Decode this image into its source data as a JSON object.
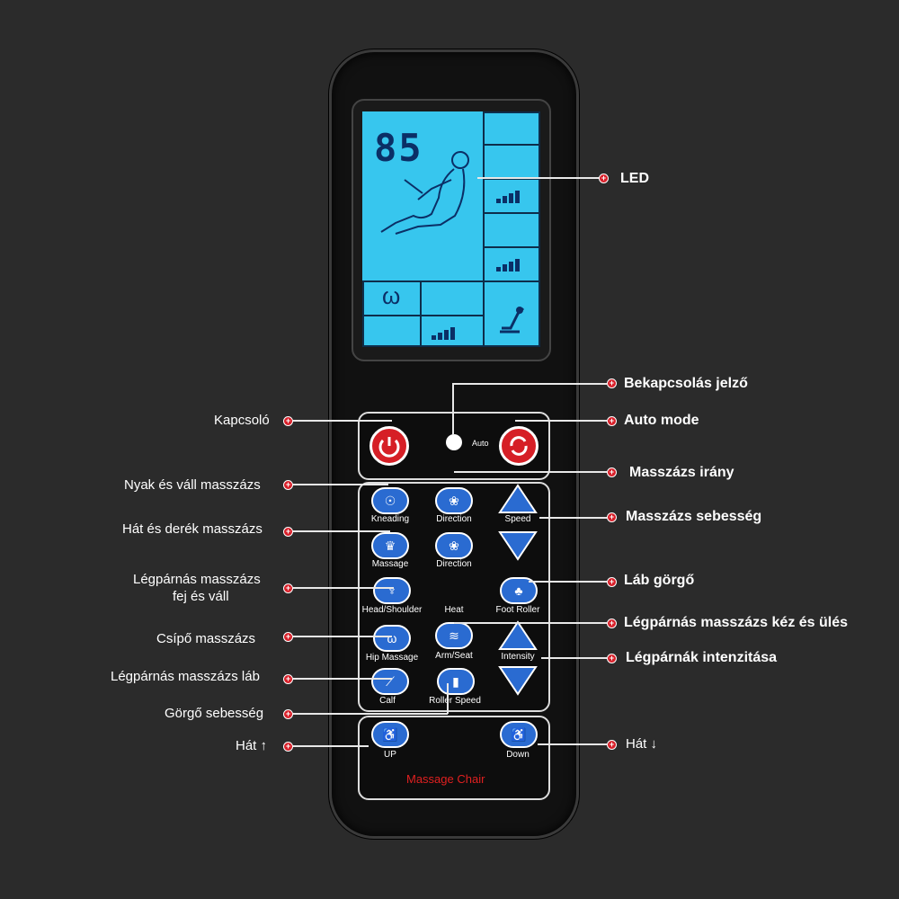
{
  "lcd": {
    "digits": "85",
    "omega_symbol": "ω"
  },
  "remote": {
    "auto_label": "Auto",
    "brand": "Massage Chair"
  },
  "buttons": {
    "kneading": "Kneading",
    "direction1": "Direction",
    "speed": "Speed",
    "massage": "Massage",
    "direction2": "Direction",
    "head_shoulder": "Head/Shoulder",
    "heat": "Heat",
    "foot_roller": "Foot Roller",
    "hip_massage": "Hip Massage",
    "arm_seat": "Arm/Seat",
    "intensity": "Intensity",
    "calf": "Calf",
    "roller_speed": "Roller Speed",
    "up": "UP",
    "down": "Down"
  },
  "callouts": {
    "led": "LED",
    "power_indicator": "Bekapcsolás jelző",
    "switch": "Kapcsoló",
    "auto_mode": "Auto mode",
    "neck_shoulder": "Nyak és váll masszázs",
    "massage_direction": "Masszázs irány",
    "back_waist": "Hát és derék masszázs",
    "massage_speed": "Masszázs sebesség",
    "airbag_head_1": "Légpárnás masszázs",
    "airbag_head_2": "fej és váll",
    "foot_roller": "Láb görgő",
    "airbag_hand_seat": "Légpárnás masszázs kéz és ülés",
    "hip": "Csípő masszázs",
    "airbag_intensity": "Légpárnák intenzitása",
    "airbag_leg": "Légpárnás masszázs láb",
    "roller_speed": "Görgő sebesség",
    "back_up": "Hát ↑",
    "back_down": "Hát ↓"
  }
}
